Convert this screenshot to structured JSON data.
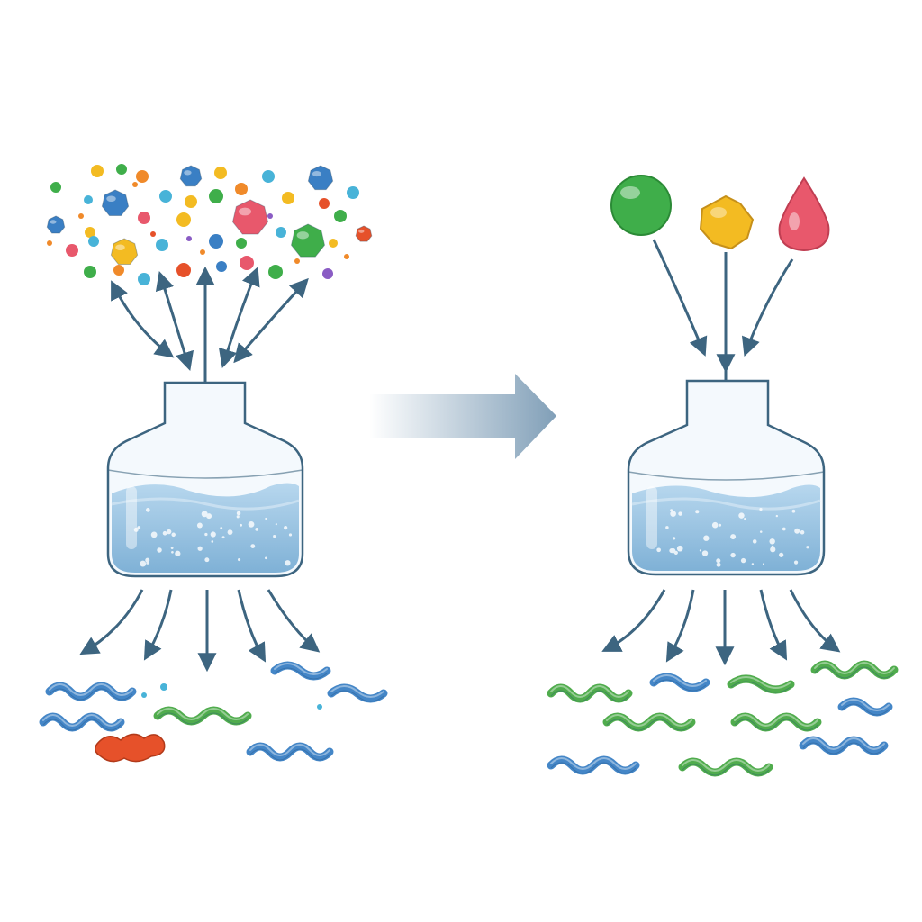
{
  "diagram": {
    "colors": {
      "background": "#ffffff",
      "arrow": "#3d6580",
      "flask_outline": "#3d6580",
      "liquid": "#9ec6e2",
      "liquid_dark": "#7fb1d6",
      "transition_arrow": "#7a9ab4",
      "green": "#3fae4a",
      "yellow": "#f3bb22",
      "pink": "#e8586c",
      "blue_strand": "#3a7fc4",
      "green_strand": "#47a843",
      "red_blob": "#e6512a"
    },
    "panels": [
      {
        "name": "before",
        "inputs": "many-mixed-particles",
        "outputs": "mixed-strands"
      },
      {
        "name": "after",
        "inputs": [
          "green-sphere",
          "yellow-hexagon",
          "pink-drop"
        ],
        "outputs": "mostly-green-strands"
      }
    ],
    "icons": [
      "flask-icon",
      "particle-icon",
      "sphere-icon",
      "hexagon-icon",
      "drop-icon",
      "strand-icon",
      "transition-arrow-icon"
    ]
  }
}
